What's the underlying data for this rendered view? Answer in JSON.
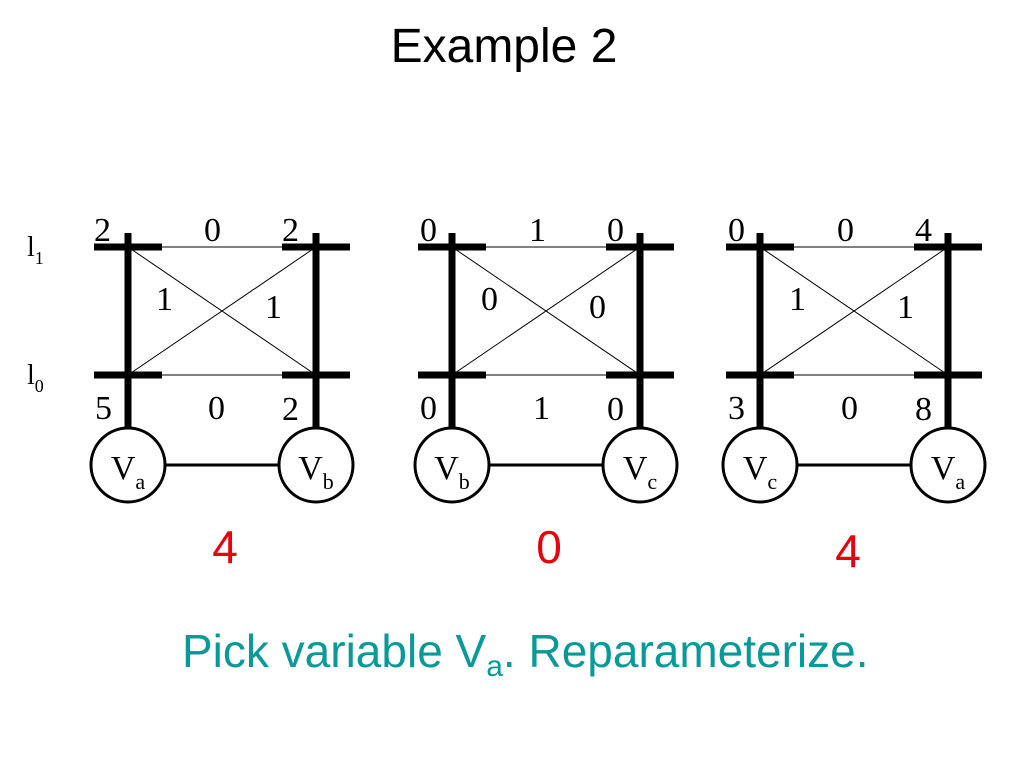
{
  "title": "Example 2",
  "colors": {
    "bound": "#e8000d",
    "caption": "#0a9999",
    "ink": "#000000"
  },
  "row_labels": [
    {
      "main": "l",
      "sub": "1"
    },
    {
      "main": "l",
      "sub": "0"
    }
  ],
  "panels": [
    {
      "top": {
        "left": "2",
        "mid": "0",
        "right": "2"
      },
      "cross": {
        "left": "1",
        "right": "1"
      },
      "bottom": {
        "left": "5",
        "mid": "0",
        "right": "2"
      },
      "nodes": [
        {
          "main": "V",
          "sub": "a"
        },
        {
          "main": "V",
          "sub": "b"
        }
      ],
      "bound": "4"
    },
    {
      "top": {
        "left": "0",
        "mid": "1",
        "right": "0"
      },
      "cross": {
        "left": "0",
        "right": "0"
      },
      "bottom": {
        "left": "0",
        "mid": "1",
        "right": "0"
      },
      "nodes": [
        {
          "main": "V",
          "sub": "b"
        },
        {
          "main": "V",
          "sub": "c"
        }
      ],
      "bound": "0"
    },
    {
      "top": {
        "left": "0",
        "mid": "0",
        "right": "4"
      },
      "cross": {
        "left": "1",
        "right": "1"
      },
      "bottom": {
        "left": "3",
        "mid": "0",
        "right": "8"
      },
      "nodes": [
        {
          "main": "V",
          "sub": "c"
        },
        {
          "main": "V",
          "sub": "a"
        }
      ],
      "bound": "4"
    }
  ],
  "caption": {
    "before": "Pick variable V",
    "sub": "a",
    "after": ". Reparameterize."
  }
}
